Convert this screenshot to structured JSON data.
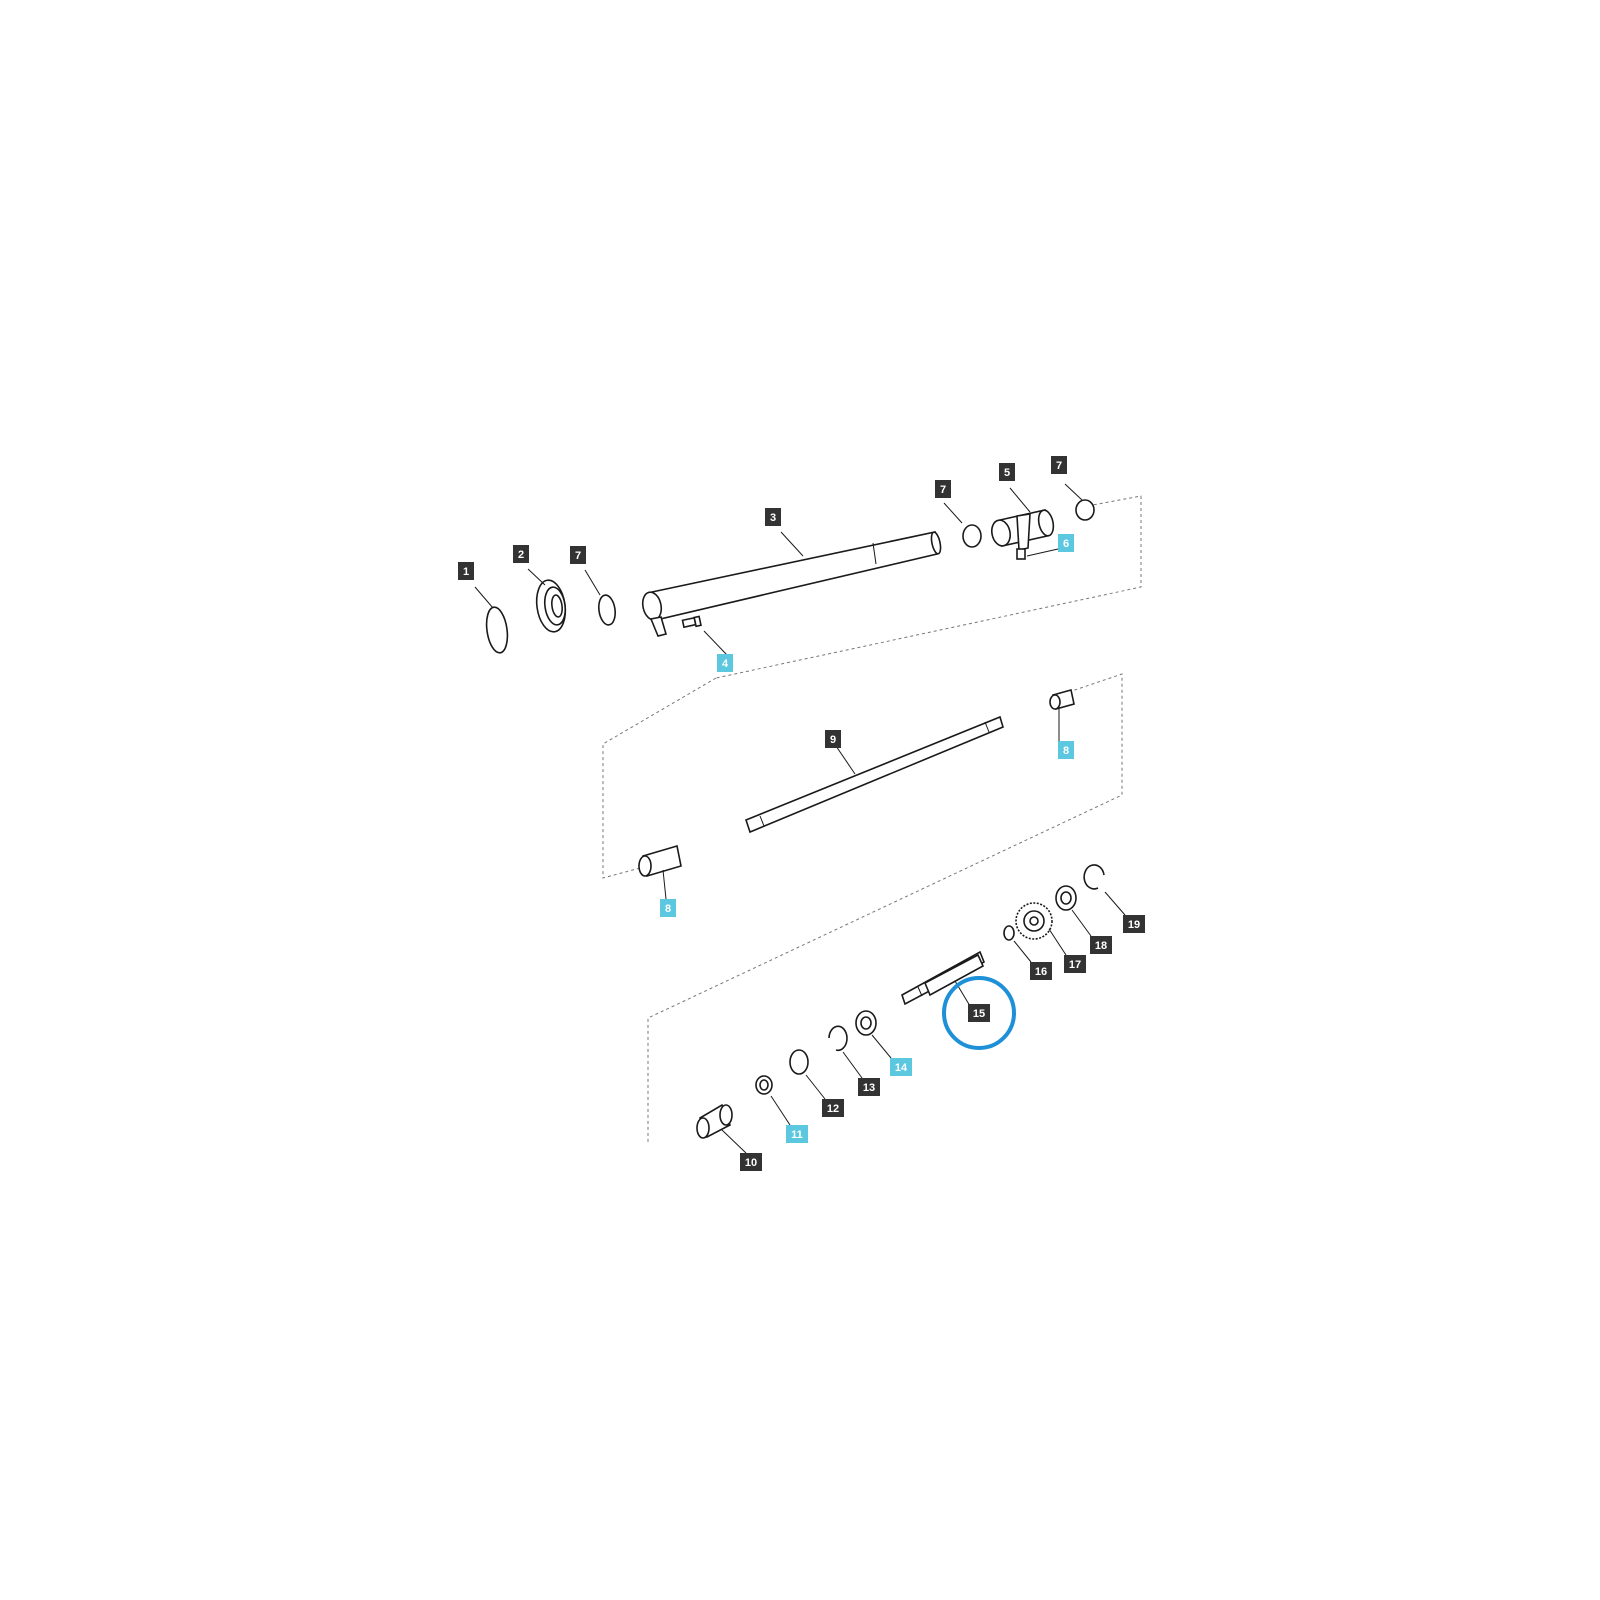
{
  "colors": {
    "callout_default": "#333333",
    "callout_highlight": "#5cc8e0",
    "selection_ring": "#1e90d8",
    "stroke": "#1a1a1a"
  },
  "callouts": [
    {
      "id": "c1",
      "label": "1",
      "highlight": false
    },
    {
      "id": "c2",
      "label": "2",
      "highlight": false
    },
    {
      "id": "c7a",
      "label": "7",
      "highlight": false
    },
    {
      "id": "c3",
      "label": "3",
      "highlight": false
    },
    {
      "id": "c4",
      "label": "4",
      "highlight": true
    },
    {
      "id": "c7b",
      "label": "7",
      "highlight": false
    },
    {
      "id": "c5",
      "label": "5",
      "highlight": false
    },
    {
      "id": "c7c",
      "label": "7",
      "highlight": false
    },
    {
      "id": "c6",
      "label": "6",
      "highlight": true
    },
    {
      "id": "c9",
      "label": "9",
      "highlight": false
    },
    {
      "id": "c8a",
      "label": "8",
      "highlight": true
    },
    {
      "id": "c8b",
      "label": "8",
      "highlight": true
    },
    {
      "id": "c15",
      "label": "15",
      "highlight": false
    },
    {
      "id": "c16",
      "label": "16",
      "highlight": false
    },
    {
      "id": "c17",
      "label": "17",
      "highlight": false
    },
    {
      "id": "c18",
      "label": "18",
      "highlight": false
    },
    {
      "id": "c19",
      "label": "19",
      "highlight": false
    },
    {
      "id": "c14",
      "label": "14",
      "highlight": true
    },
    {
      "id": "c13",
      "label": "13",
      "highlight": false
    },
    {
      "id": "c12",
      "label": "12",
      "highlight": false
    },
    {
      "id": "c11",
      "label": "11",
      "highlight": true
    },
    {
      "id": "c10",
      "label": "10",
      "highlight": false
    }
  ],
  "selected_part": "15"
}
